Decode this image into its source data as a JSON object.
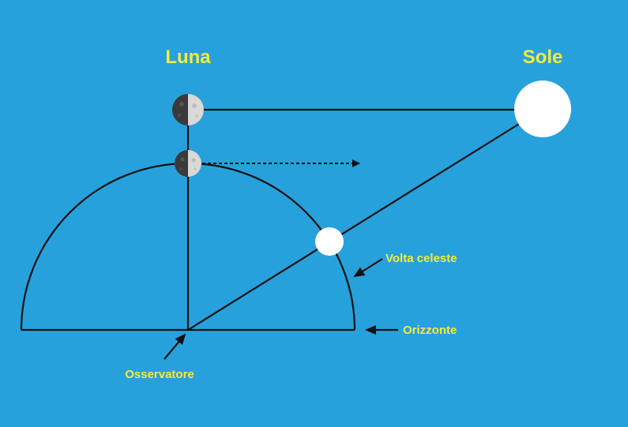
{
  "labels": {
    "moon": "Luna",
    "sun": "Sole",
    "celestial_vault": "Volta celeste",
    "horizon": "Orizzonte",
    "observer": "Osservatore"
  },
  "colors": {
    "background": "#27a1dc",
    "text": "#f4ec3a",
    "lines": "#111111",
    "sun": "#ffffff",
    "moon_dark": "#3a3a3a",
    "moon_light": "#d9d9d9"
  }
}
